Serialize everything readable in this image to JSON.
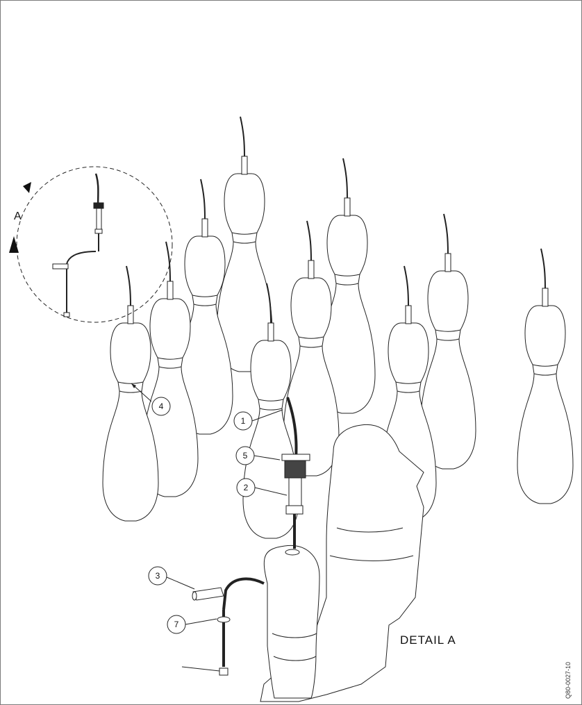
{
  "view_label": "A",
  "detail_title": "DETAIL A",
  "document_number": "Q80-0027-10",
  "callouts": [
    "1",
    "5",
    "2",
    "3",
    "7",
    "4"
  ],
  "colors": {
    "line": "#222222",
    "frame": "#7a7a7a",
    "background": "#ffffff"
  }
}
